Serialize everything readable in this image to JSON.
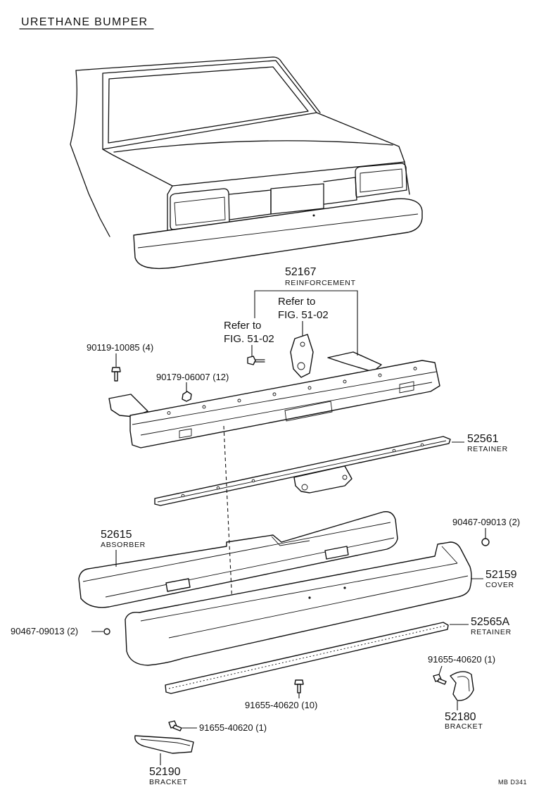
{
  "title": "URETHANE BUMPER",
  "drawing_code": "MB D341",
  "parts": {
    "reinforcement": {
      "number": "52167",
      "name": "REINFORCEMENT"
    },
    "retainer_upper": {
      "number": "52561",
      "name": "RETAINER"
    },
    "absorber": {
      "number": "52615",
      "name": "ABSORBER"
    },
    "cover": {
      "number": "52159",
      "name": "COVER"
    },
    "retainer_lower": {
      "number": "52565A",
      "name": "RETAINER"
    },
    "bracket_right": {
      "number": "52180",
      "name": "BRACKET"
    },
    "bracket_left": {
      "number": "52190",
      "name": "BRACKET"
    }
  },
  "references": [
    {
      "line1": "Refer to",
      "line2": "FIG. 51-02"
    },
    {
      "line1": "Refer to",
      "line2": "FIG. 51-02"
    }
  ],
  "fasteners": {
    "bolt_reinforcement": "90119-10085 (4)",
    "nut_reinforcement": "90179-06007 (12)",
    "clip_cover_right": "90467-09013 (2)",
    "clip_cover_left": "90467-09013 (2)",
    "screw_bracket_right": "91655-40620 (1)",
    "screw_retainer": "91655-40620 (10)",
    "screw_bracket_left": "91655-40620 (1)"
  }
}
